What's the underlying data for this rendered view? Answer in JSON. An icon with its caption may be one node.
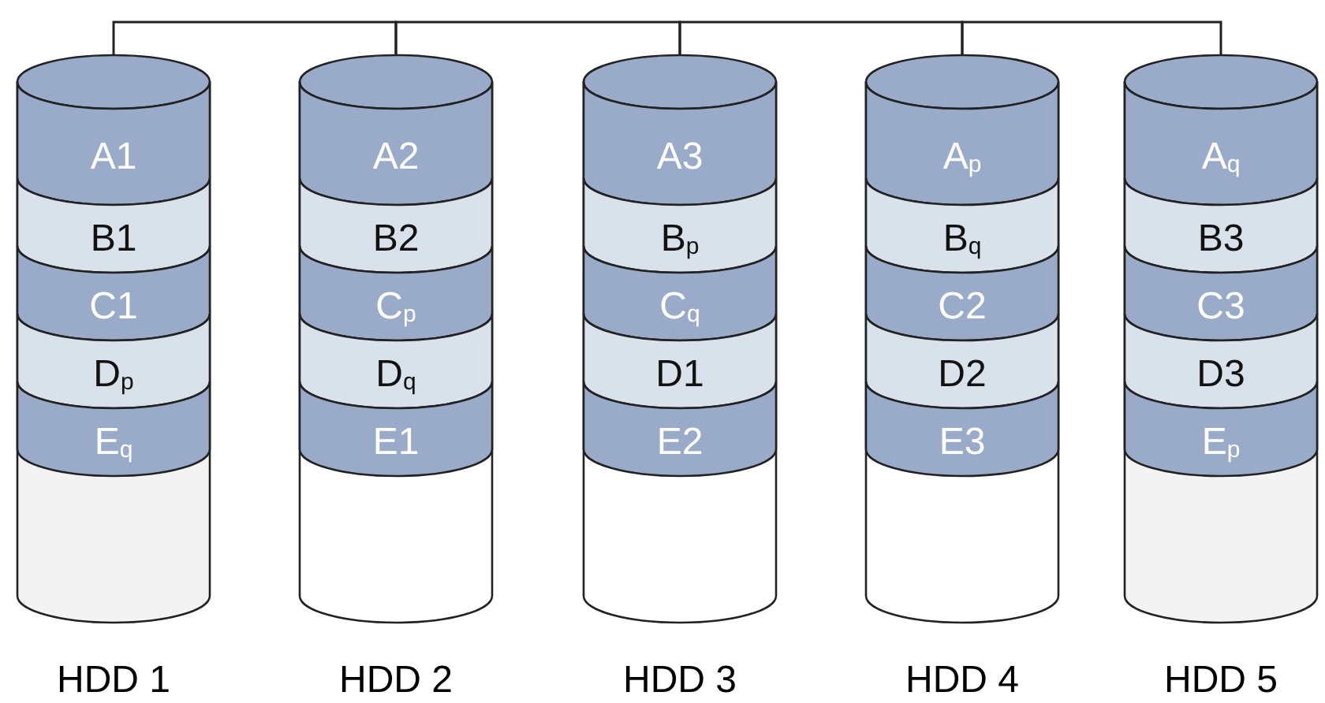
{
  "diagram": {
    "nodes": [
      {
        "text": [],
        "shape": "cylinder",
        "beside": [
          "HDD 1"
        ]
      },
      {
        "text": [
          "A1"
        ],
        "in": 0
      },
      {
        "text": [
          "B1"
        ],
        "in": 0
      },
      {
        "text": [
          "C1"
        ],
        "in": 0
      },
      {
        "text": [
          "D$_{p}$"
        ],
        "in": 0
      },
      {
        "text": [
          "E$_{q}$"
        ],
        "in": 0
      },
      {
        "text": [],
        "shape": "cylinder",
        "beside": [
          "HDD 2"
        ]
      },
      {
        "text": [
          "A2"
        ],
        "in": 6
      },
      {
        "text": [
          "B2"
        ],
        "in": 6
      },
      {
        "text": [
          "C$_{p}$"
        ],
        "in": 6
      },
      {
        "text": [
          "D$_{q}$"
        ],
        "in": 6
      },
      {
        "text": [
          "E1"
        ],
        "in": 6
      },
      {
        "text": [],
        "shape": "cylinder",
        "beside": [
          "HDD 3"
        ]
      },
      {
        "text": [
          "A3"
        ],
        "in": 12
      },
      {
        "text": [
          "B$_{p}$"
        ],
        "in": 12
      },
      {
        "text": [
          "C$_{q}$"
        ],
        "in": 12
      },
      {
        "text": [
          "D1"
        ],
        "in": 12
      },
      {
        "text": [
          "E2"
        ],
        "in": 12
      },
      {
        "text": [],
        "shape": "cylinder",
        "beside": [
          "HDD 4"
        ]
      },
      {
        "text": [
          "A$_{p}$"
        ],
        "in": 18
      },
      {
        "text": [
          "B$_{q}$"
        ],
        "in": 18
      },
      {
        "text": [
          "C2"
        ],
        "in": 18
      },
      {
        "text": [
          "D2"
        ],
        "in": 18
      },
      {
        "text": [
          "E3"
        ],
        "in": 18
      },
      {
        "text": [],
        "shape": "cylinder",
        "beside": [
          "HDD 5"
        ]
      },
      {
        "text": [
          "A$_{q}$"
        ],
        "in": 24
      },
      {
        "text": [
          "B3"
        ],
        "in": 24
      },
      {
        "text": [
          "C3"
        ],
        "in": 24
      },
      {
        "text": [
          "D3"
        ],
        "in": 24
      },
      {
        "text": [
          "E$_{p}$"
        ],
        "in": 24
      }
    ],
    "edges": [
      {
        "from": 0,
        "to": 6,
        "arrow": "none"
      },
      {
        "from": 6,
        "to": 12,
        "arrow": "none"
      },
      {
        "from": 12,
        "to": 18,
        "arrow": "none"
      },
      {
        "from": 18,
        "to": 24,
        "arrow": "none"
      }
    ]
  }
}
